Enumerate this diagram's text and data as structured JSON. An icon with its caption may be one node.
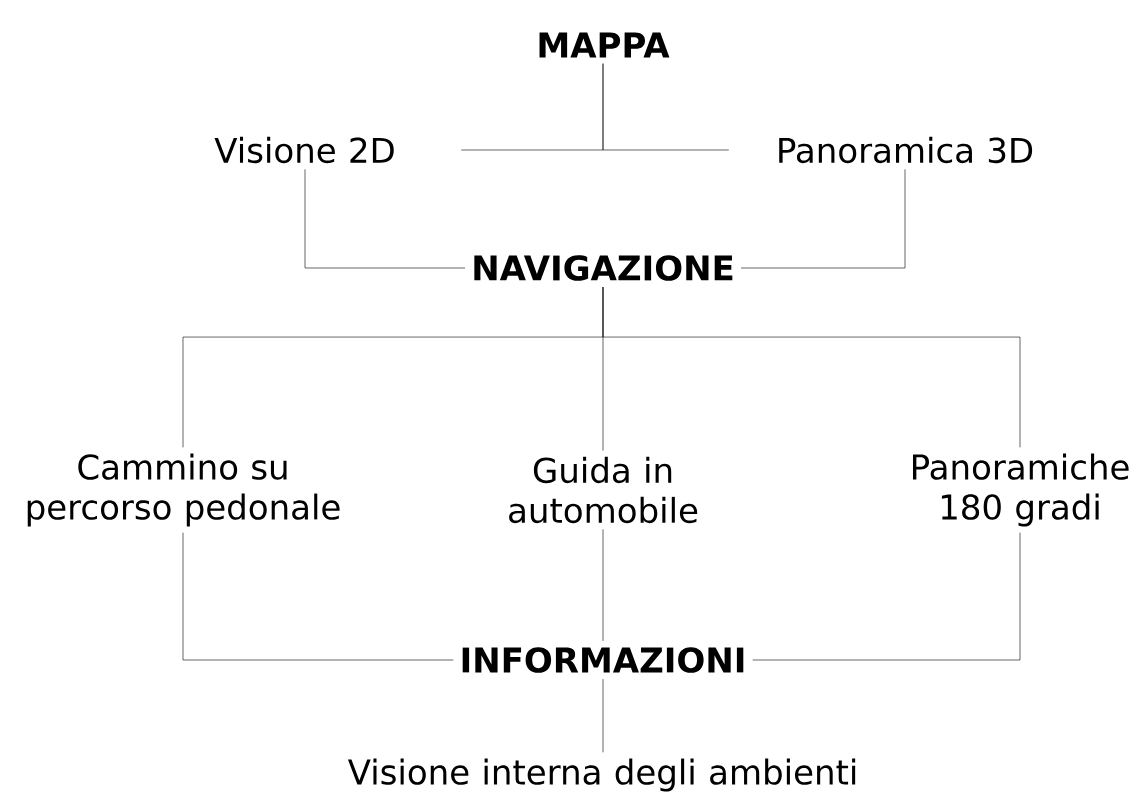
{
  "diagram": {
    "nodes": [
      {
        "text": [
          "MAPPA"
        ]
      },
      {
        "text": [
          "Visione 2D"
        ]
      },
      {
        "text": [
          "Panoramica 3D"
        ]
      },
      {
        "text": [
          "NAVIGAZIONE"
        ]
      },
      {
        "text": [
          "Cammino su percorso pedonale"
        ]
      },
      {
        "text": [
          "Guida in automobile"
        ]
      },
      {
        "text": [
          "Panoramiche 180 gradi"
        ]
      },
      {
        "text": [
          "INFORMAZIONI"
        ]
      },
      {
        "text": [
          "Visione interna degli ambienti"
        ]
      }
    ],
    "edges": [
      {
        "from": 0,
        "to": 1,
        "arrow": "none"
      },
      {
        "from": 0,
        "to": 2,
        "arrow": "none"
      },
      {
        "from": 1,
        "to": 3,
        "arrow": "none"
      },
      {
        "from": 2,
        "to": 3,
        "arrow": "none"
      },
      {
        "from": 3,
        "to": 4,
        "arrow": "none"
      },
      {
        "from": 3,
        "to": 5,
        "arrow": "none"
      },
      {
        "from": 3,
        "to": 6,
        "arrow": "none"
      },
      {
        "from": 4,
        "to": 7,
        "arrow": "none"
      },
      {
        "from": 5,
        "to": 7,
        "arrow": "none"
      },
      {
        "from": 6,
        "to": 7,
        "arrow": "none"
      },
      {
        "from": 7,
        "to": 8,
        "arrow": "none"
      }
    ]
  }
}
